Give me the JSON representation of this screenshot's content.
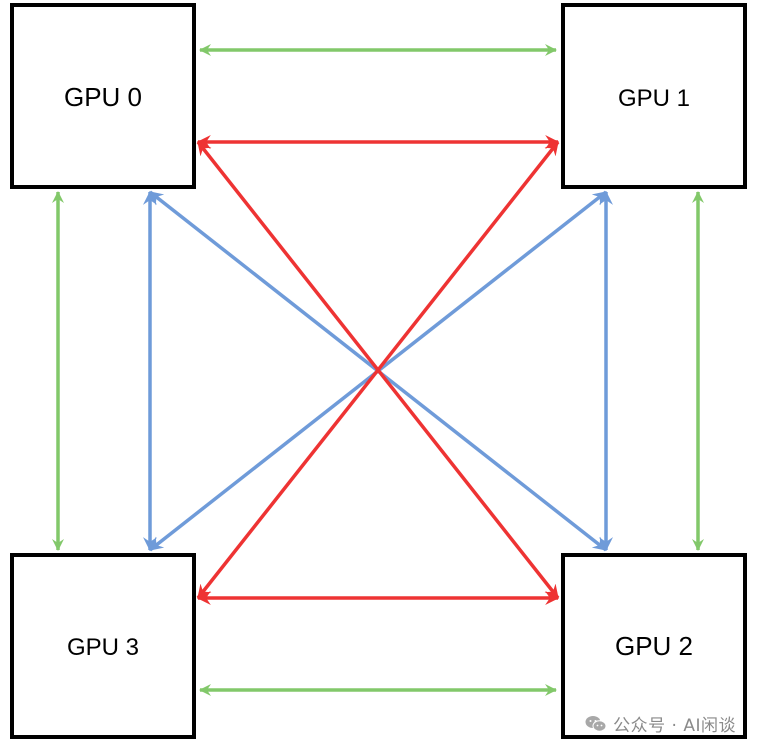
{
  "diagram": {
    "nodes": [
      {
        "id": "gpu0",
        "label": "GPU 0"
      },
      {
        "id": "gpu1",
        "label": "GPU 1"
      },
      {
        "id": "gpu2",
        "label": "GPU 2"
      },
      {
        "id": "gpu3",
        "label": "GPU 3"
      }
    ],
    "edges": [
      {
        "from": "gpu0",
        "to": "gpu1",
        "color": "#82c86a",
        "bidirectional": true
      },
      {
        "from": "gpu3",
        "to": "gpu2",
        "color": "#82c86a",
        "bidirectional": true
      },
      {
        "from": "gpu0",
        "to": "gpu3",
        "color": "#82c86a",
        "bidirectional": true
      },
      {
        "from": "gpu1",
        "to": "gpu2",
        "color": "#82c86a",
        "bidirectional": true
      },
      {
        "from": "gpu0",
        "to": "gpu1",
        "color": "#ee3333",
        "bidirectional": true
      },
      {
        "from": "gpu3",
        "to": "gpu2",
        "color": "#ee3333",
        "bidirectional": true
      },
      {
        "from": "gpu0",
        "to": "gpu2",
        "color": "#ee3333",
        "bidirectional": true
      },
      {
        "from": "gpu1",
        "to": "gpu3",
        "color": "#ee3333",
        "bidirectional": true
      },
      {
        "from": "gpu0",
        "to": "gpu3",
        "color": "#6f9bd9",
        "bidirectional": true
      },
      {
        "from": "gpu1",
        "to": "gpu2",
        "color": "#6f9bd9",
        "bidirectional": true
      },
      {
        "from": "gpu0",
        "to": "gpu2",
        "color": "#6f9bd9",
        "bidirectional": true
      },
      {
        "from": "gpu1",
        "to": "gpu3",
        "color": "#6f9bd9",
        "bidirectional": true
      }
    ],
    "colors": {
      "green": "#82c86a",
      "red": "#ee3333",
      "blue": "#6f9bd9",
      "box_border": "#000000"
    }
  },
  "watermark": {
    "text": "公众号 · AI闲谈",
    "icon": "wechat-icon"
  }
}
